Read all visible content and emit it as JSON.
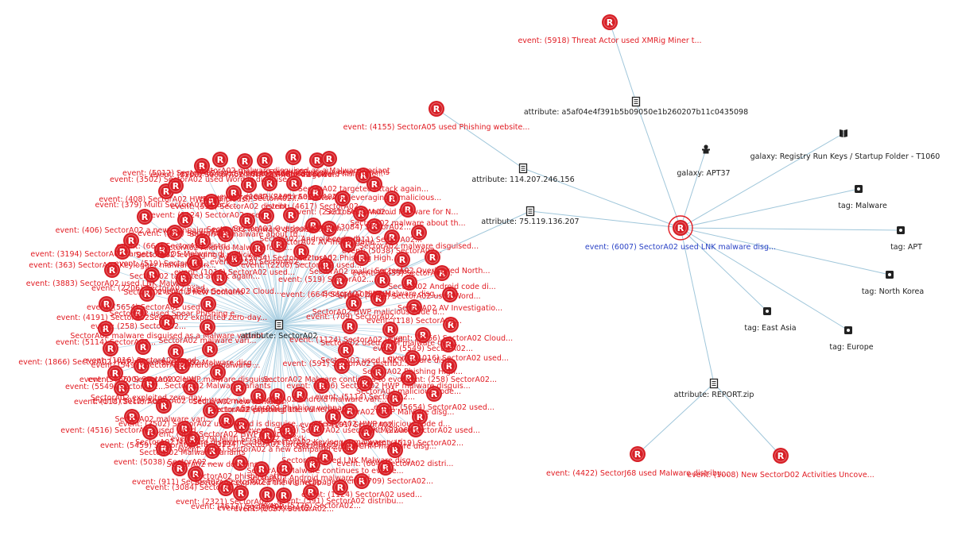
{
  "colors": {
    "event": "#e11b22",
    "edge": "#9fc6da",
    "focus_label": "#2b43c6",
    "attribute_label": "#222222"
  },
  "icons": {
    "event": "r-event-icon",
    "attribute": "document-icon",
    "galaxy_actor": "threat-actor-icon",
    "galaxy_technique": "book-icon",
    "tag": "tag-icon"
  },
  "focus": {
    "label": "event: (6007) SectorA02 used LNK malware disg..."
  },
  "hubs": [
    {
      "id": "sectorA02",
      "label": "attribute: SectorA02"
    },
    {
      "id": "hash",
      "label": "attribute: a5af04e4f391b5b09050e1b260207b11c0435098"
    },
    {
      "id": "ip1",
      "label": "attribute: 114.207.246.156"
    },
    {
      "id": "ip2",
      "label": "attribute: 75.119.136.207"
    },
    {
      "id": "report",
      "label": "attribute: REPORT.zip"
    }
  ],
  "galaxies": [
    {
      "id": "apt37",
      "label": "galaxy: APT37"
    },
    {
      "id": "registry",
      "label": "galaxy: Registry Run Keys / Startup Folder - T1060"
    }
  ],
  "tags": [
    {
      "id": "malware",
      "label": "tag: Malware"
    },
    {
      "id": "apt",
      "label": "tag: APT"
    },
    {
      "id": "nk",
      "label": "tag: North Korea"
    },
    {
      "id": "eastasia",
      "label": "tag: East Asia"
    },
    {
      "id": "europe",
      "label": "tag: Europe"
    }
  ],
  "outer_events": [
    {
      "id": "e5918",
      "link": "hash",
      "label": "event: (5918) Threat Actor used XMRig Miner t..."
    },
    {
      "id": "e4155",
      "link": "ip1",
      "label": "event: (4155) SectorA05 used Phishing website..."
    },
    {
      "id": "e4422",
      "link": "report",
      "label": "event: (4422) SectorJ68 used Malware distribu..."
    },
    {
      "id": "e1008",
      "link": "report",
      "label": "event: (1008) New SectorD02 Activities Uncove..."
    }
  ],
  "cluster_events": [
    {
      "label": "event: (5466) SectorA02 Cloud..."
    },
    {
      "label": "event: (1016) SectorA02 used..."
    },
    {
      "label": "event: (258) SectorA02..."
    },
    {
      "label": "event: (5654) SectorA02 used..."
    },
    {
      "label": "event: (2206) SectorA02 used..."
    },
    {
      "label": "event: (519) SectorA02..."
    },
    {
      "label": "event: (664) SectorA02 distri..."
    },
    {
      "label": "event: (709) SectorA02..."
    },
    {
      "label": "event: (1124) SectorA02 used..."
    },
    {
      "label": "event: (591) SectorA02 distribu..."
    },
    {
      "label": "event: (5776) SectorA02..."
    },
    {
      "label": "event: (1037) SectorA02..."
    },
    {
      "label": "event: (2191) SectorA02..."
    },
    {
      "label": "event: (4617) SectorA02..."
    },
    {
      "label": "event: (2321) SectorA02..."
    },
    {
      "label": "event: (3084) SectorA02..."
    },
    {
      "label": "event: (911) SectorA02..."
    },
    {
      "label": "event: (5038) SectorA02..."
    },
    {
      "label": "event: (5459) SectorA02..."
    },
    {
      "label": "event: (4516) SectorA02 used Word..."
    },
    {
      "label": "event: (118) SectorA02..."
    },
    {
      "label": "event: (5549) SectorA02..."
    },
    {
      "label": "event: (1866) SectorA02 HWP malware disguis..."
    },
    {
      "label": "event: (5114) SectorA02..."
    },
    {
      "label": "event: (4191) SectorA02..."
    },
    {
      "label": "event: (3883) SectorA02 used LNK Malware..."
    },
    {
      "label": "event: (363) SectorA02 Keylogger malware vari..."
    },
    {
      "label": "event: (3194) SectorA02 targets MacOS Malware di..."
    },
    {
      "label": "event: (406) SectorA02 a new campaign ever..."
    },
    {
      "label": "event: (379) Multi SectorA02 attack..."
    },
    {
      "label": "event: (408) SectorA02 HWP malicious..."
    },
    {
      "label": "event: (3502) SectorA02 used Word is disguise..."
    },
    {
      "label": "event: (5012) SectorA02 used Word malware disg..."
    },
    {
      "label": "event: (2200) SectorA02 HWP malware disguise..."
    },
    {
      "label": "event: (5497) SectorA02 Android malware ..."
    },
    {
      "label": "SectorA02 malware disguised as a Malware variant"
    },
    {
      "label": "SectorA02 used Spear Phishing e..."
    },
    {
      "label": "SectorA02 used a new Domains"
    },
    {
      "label": "SectorA02 targeted attack again..."
    },
    {
      "label": "SectorA02 leveraging a malicious..."
    },
    {
      "label": "SectorA02 Android Malware for N..."
    },
    {
      "label": "SectorA02 malware about th..."
    },
    {
      "label": "SectorA02 malware disguised..."
    },
    {
      "label": "SectorA02 Overlooked North..."
    },
    {
      "label": "SectorA02 Android code di..."
    },
    {
      "label": "SectorA02 AV Investigatio..."
    },
    {
      "label": "SectorA02 Phishing High..."
    },
    {
      "label": "SectorA02 malicious code..."
    },
    {
      "label": "SectorA02 HWP Malware disg..."
    },
    {
      "label": "SectorA02 HWP malicious code d..."
    },
    {
      "label": "SectorA02 used CHM malware disg..."
    },
    {
      "label": "SectorA02 used LNK Malware disg..."
    },
    {
      "label": "SectorA02 Malware continues to evolve..."
    },
    {
      "label": "SectorA02 Android malware vari..."
    },
    {
      "label": "SectorA02 Phishing webpage..."
    },
    {
      "label": "SectorA02 exploited the vulnerab..."
    },
    {
      "label": "SectorA02 phishing att..."
    },
    {
      "label": "SectorA02 new domains"
    },
    {
      "label": "SectorA02 Malware variants"
    },
    {
      "label": "SectorA02 Malware disg..."
    },
    {
      "label": "SectorA02 malware vari..."
    },
    {
      "label": "SectorA02 exploited zero-day..."
    }
  ]
}
